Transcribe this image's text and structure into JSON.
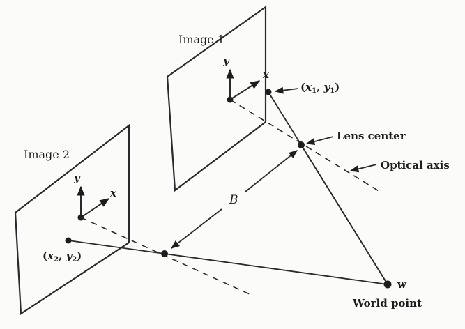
{
  "labels": {
    "image1": "Image 1",
    "image2": "Image 2",
    "axis_y": "y",
    "axis_x": "x",
    "point1_open": "(",
    "point1_x": "x",
    "point1_x_sub": "1",
    "point1_sep": ", ",
    "point1_y": "y",
    "point1_y_sub": "1",
    "point1_close": ")",
    "point2_open": "(",
    "point2_x": "x",
    "point2_x_sub": "2",
    "point2_sep": ", ",
    "point2_y": "y",
    "point2_y_sub": "2",
    "point2_close": ")",
    "lens_center": "Lens center",
    "optical_axis": "Optical axis",
    "baseline": "B",
    "world_w": "w",
    "world_point": "World point"
  },
  "colors": {
    "ink": "#1d1d1d",
    "paper": "#fbfbf9"
  }
}
